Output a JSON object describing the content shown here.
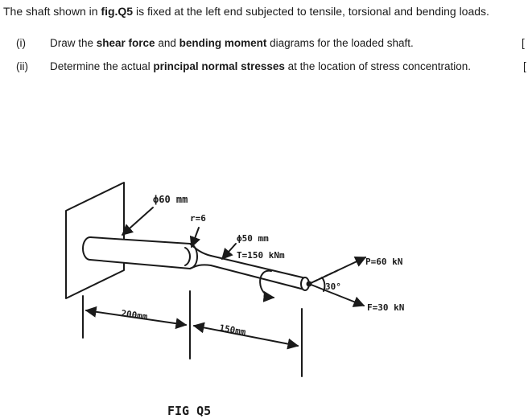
{
  "question": {
    "intro": {
      "before": "The shaft shown in ",
      "bold": "fig.Q5",
      "after": " is fixed at the left end subjected to tensile, torsional and bending loads."
    },
    "parts": [
      {
        "num": "(i)",
        "t1": "Draw the ",
        "b1": "shear force",
        "t2": " and ",
        "b2": "bending moment",
        "t3": " diagrams for the loaded shaft.",
        "mark": "["
      },
      {
        "num": "(ii)",
        "t1": "Determine the actual ",
        "b1": "principal normal stresses",
        "t2": " at the location of stress concentration.",
        "mark": "["
      }
    ]
  },
  "figure": {
    "caption": "FIG Q5",
    "large_diameter": "ϕ60 mm",
    "fillet_radius": "r=6",
    "small_diameter": "ϕ50 mm",
    "torque": "T=150 kNm",
    "axial_load": "P=60 kN",
    "transverse_load": "F=30 kN",
    "angle": "30°",
    "length_large": "200mm",
    "length_small": "150mm",
    "colors": {
      "ink": "#1a1a1a",
      "background": "#ffffff"
    }
  }
}
